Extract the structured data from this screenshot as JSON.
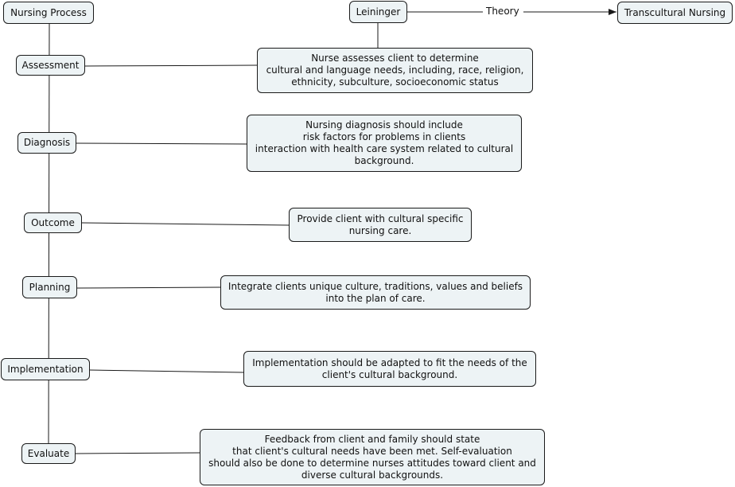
{
  "colors": {
    "node_fill": "#edf3f5",
    "node_border": "#1a1a1a",
    "line": "#1a1a1a"
  },
  "nodes": {
    "nursing_process": "Nursing Process",
    "leininger": "Leininger",
    "transcultural_nursing": "Transcultural Nursing"
  },
  "link_labels": {
    "theory": "Theory"
  },
  "steps": [
    {
      "label": "Assessment",
      "detail": "Nurse assesses client to determine\ncultural and language needs, including, race, religion,\nethnicity, subculture, socioeconomic status"
    },
    {
      "label": "Diagnosis",
      "detail": "Nursing diagnosis should include\nrisk factors for problems in clients\ninteraction with health care system related to cultural\nbackground."
    },
    {
      "label": "Outcome",
      "detail": "Provide client with cultural specific\nnursing care."
    },
    {
      "label": "Planning",
      "detail": "Integrate clients unique culture, traditions, values and beliefs\ninto the plan of care."
    },
    {
      "label": "Implementation",
      "detail": "Implementation should be adapted to fit the needs of the\nclient's cultural background."
    },
    {
      "label": "Evaluate",
      "detail": "Feedback from client and family should state\nthat client's cultural needs have been met.  Self-evaluation\nshould also be done to determine nurses attitudes toward client and\ndiverse cultural backgrounds."
    }
  ]
}
